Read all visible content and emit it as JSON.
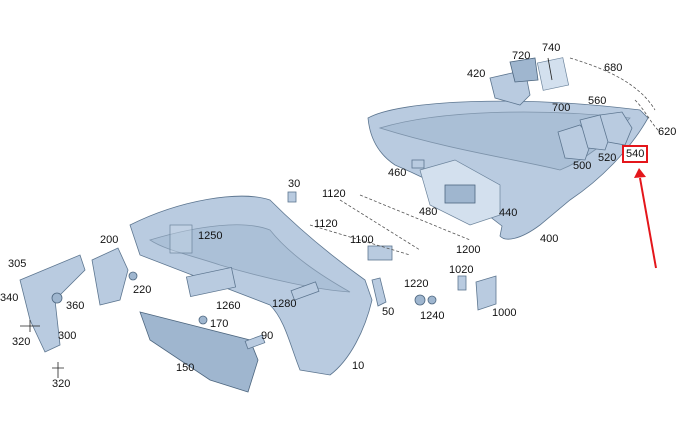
{
  "diagram": {
    "highlight_color": "#e4161b",
    "part_color": "#b9cbe0",
    "highlighted_label_index": 14,
    "labels": [
      {
        "id": "305",
        "text": "305"
      },
      {
        "id": "340",
        "text": "340"
      },
      {
        "id": "320a",
        "text": "320"
      },
      {
        "id": "360",
        "text": "360"
      },
      {
        "id": "300",
        "text": "300"
      },
      {
        "id": "320b",
        "text": "320"
      },
      {
        "id": "200",
        "text": "200"
      },
      {
        "id": "220",
        "text": "220"
      },
      {
        "id": "150",
        "text": "150"
      },
      {
        "id": "170",
        "text": "170"
      },
      {
        "id": "90",
        "text": "90"
      },
      {
        "id": "1260",
        "text": "1260"
      },
      {
        "id": "1280",
        "text": "1280"
      },
      {
        "id": "1250",
        "text": "1250"
      },
      {
        "id": "540",
        "text": "540"
      },
      {
        "id": "30",
        "text": "30"
      },
      {
        "id": "1120a",
        "text": "1120"
      },
      {
        "id": "1120b",
        "text": "1120"
      },
      {
        "id": "1100",
        "text": "1100"
      },
      {
        "id": "1200",
        "text": "1200"
      },
      {
        "id": "460",
        "text": "460"
      },
      {
        "id": "480",
        "text": "480"
      },
      {
        "id": "440",
        "text": "440"
      },
      {
        "id": "400",
        "text": "400"
      },
      {
        "id": "420",
        "text": "420"
      },
      {
        "id": "720",
        "text": "720"
      },
      {
        "id": "740",
        "text": "740"
      },
      {
        "id": "700",
        "text": "700"
      },
      {
        "id": "680",
        "text": "680"
      },
      {
        "id": "560",
        "text": "560"
      },
      {
        "id": "620",
        "text": "620"
      },
      {
        "id": "500",
        "text": "500"
      },
      {
        "id": "520",
        "text": "520"
      },
      {
        "id": "1020",
        "text": "1020"
      },
      {
        "id": "1220",
        "text": "1220"
      },
      {
        "id": "1240",
        "text": "1240"
      },
      {
        "id": "1000",
        "text": "1000"
      },
      {
        "id": "50",
        "text": "50"
      },
      {
        "id": "10",
        "text": "10"
      }
    ]
  }
}
